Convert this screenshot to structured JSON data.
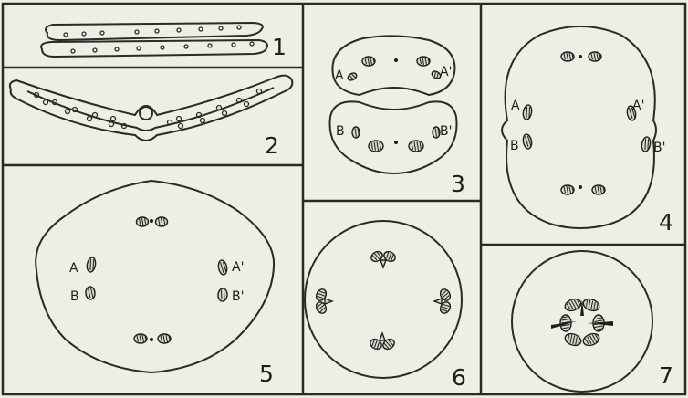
{
  "plate": {
    "background": "#eeeee4",
    "ink": "#2a2a26",
    "figures": [
      {
        "number": "1",
        "letters": []
      },
      {
        "number": "2",
        "letters": []
      },
      {
        "number": "3",
        "letters": [
          "A",
          "A'",
          "B",
          "B'"
        ]
      },
      {
        "number": "4",
        "letters": [
          "A",
          "A'",
          "B",
          "B'"
        ]
      },
      {
        "number": "5",
        "letters": [
          "A",
          "A'",
          "B",
          "B'"
        ]
      },
      {
        "number": "6",
        "letters": []
      },
      {
        "number": "7",
        "letters": []
      }
    ]
  }
}
